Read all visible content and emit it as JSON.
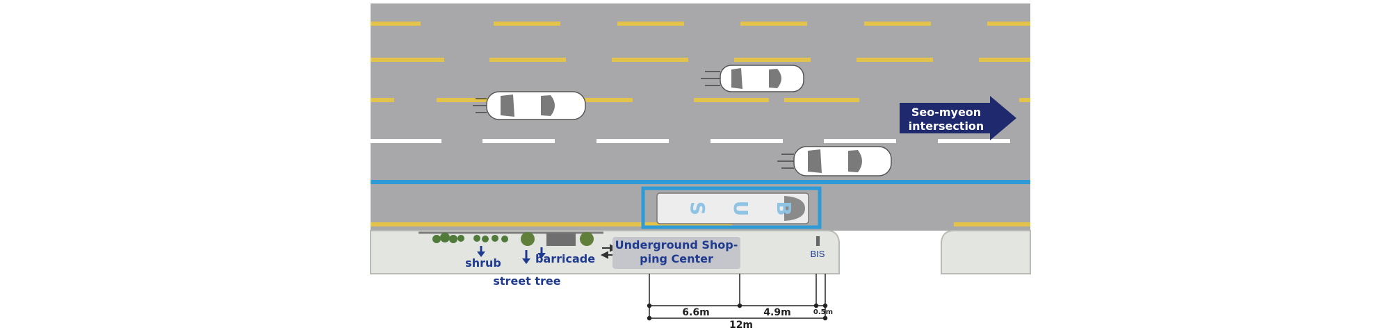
{
  "direction_sign": {
    "line1": "Seo-myeon",
    "line2": "intersection",
    "color": "#1f2a6e"
  },
  "bus_lettering": [
    "B",
    "U",
    "S"
  ],
  "sidewalk": {
    "shrub_label": "shrub",
    "barricade_label": "barricade",
    "street_tree_label": "street tree",
    "shop_line1": "Underground Shop-",
    "shop_line2": "ping Center",
    "bis_label": "BIS"
  },
  "dimensions": {
    "seg1": "6.6m",
    "seg2": "4.9m",
    "seg3": "0.5m",
    "total": "12m"
  },
  "colors": {
    "road": "#a8a8aa",
    "yellow_line": "#e3c34a",
    "white_line": "#ffffff",
    "bus_lane_line": "#2e9bd6",
    "sidewalk": "#e3e5e1",
    "label_blue": "#1f3b8f"
  }
}
